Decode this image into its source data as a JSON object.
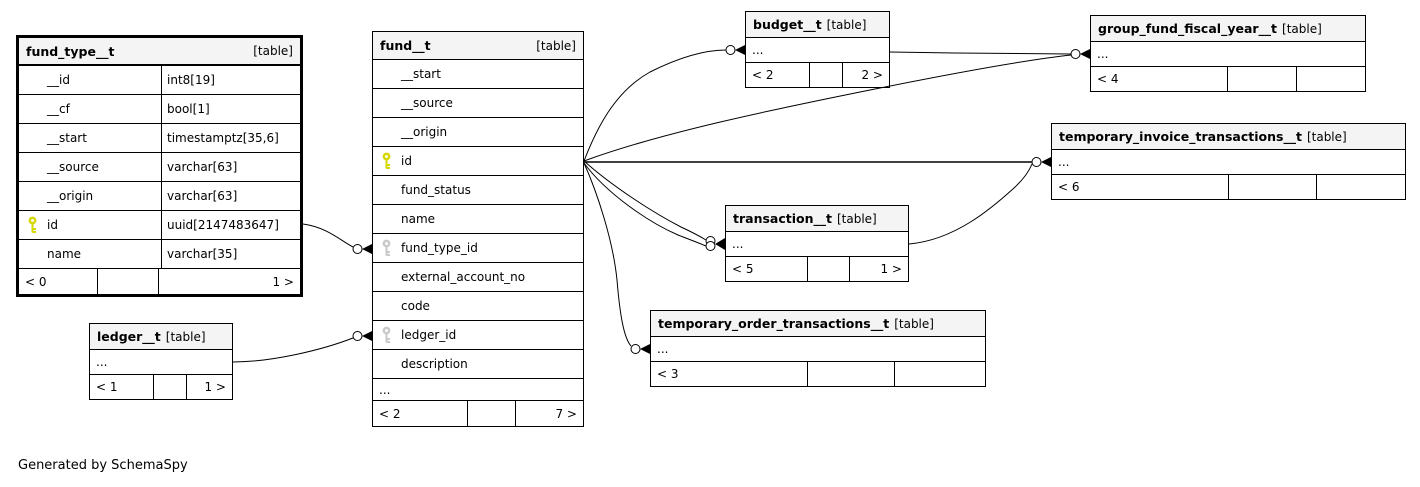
{
  "note": "Generated by SchemaSpy",
  "colors": {
    "background": "#ffffff",
    "table_border": "#000000",
    "header_bg": "#f4f4f4",
    "primary_key": "#d6d600",
    "foreign_key": "#c9c9c9",
    "connector": "#000000"
  },
  "icons": {
    "primary_key": "key-icon",
    "foreign_key": "key-icon"
  },
  "tables": {
    "fund_type_t": {
      "title": "fund_type__t",
      "tag": "[table]",
      "columns": [
        {
          "name": "__id",
          "type": "int8[19]",
          "key": ""
        },
        {
          "name": "__cf",
          "type": "bool[1]",
          "key": ""
        },
        {
          "name": "__start",
          "type": "timestamptz[35,6]",
          "key": ""
        },
        {
          "name": "__source",
          "type": "varchar[63]",
          "key": ""
        },
        {
          "name": "__origin",
          "type": "varchar[63]",
          "key": ""
        },
        {
          "name": "id",
          "type": "uuid[2147483647]",
          "key": "primary"
        },
        {
          "name": "name",
          "type": "varchar[35]",
          "key": ""
        }
      ],
      "footer": {
        "left": "< 0",
        "mid": "",
        "right": "1 >"
      }
    },
    "fund_t": {
      "title": "fund__t",
      "tag": "[table]",
      "columns": [
        {
          "name": "__start",
          "key": ""
        },
        {
          "name": "__source",
          "key": ""
        },
        {
          "name": "__origin",
          "key": ""
        },
        {
          "name": "id",
          "key": "primary"
        },
        {
          "name": "fund_status",
          "key": ""
        },
        {
          "name": "name",
          "key": ""
        },
        {
          "name": "fund_type_id",
          "key": "foreign"
        },
        {
          "name": "external_account_no",
          "key": ""
        },
        {
          "name": "code",
          "key": ""
        },
        {
          "name": "ledger_id",
          "key": "foreign"
        },
        {
          "name": "description",
          "key": ""
        }
      ],
      "ellipsis": "...",
      "footer": {
        "left": "< 2",
        "mid": "",
        "right": "7 >"
      }
    },
    "budget_t": {
      "title": "budget__t",
      "tag": "[table]",
      "ellipsis": "...",
      "footer": {
        "left": "< 2",
        "mid": "",
        "right": "2 >"
      }
    },
    "group_fund_fiscal_year_t": {
      "title": "group_fund_fiscal_year__t",
      "tag": "[table]",
      "ellipsis": "...",
      "footer": {
        "left": "< 4",
        "mid": "",
        "right": ""
      }
    },
    "temporary_invoice_transactions_t": {
      "title": "temporary_invoice_transactions__t",
      "tag": "[table]",
      "ellipsis": "...",
      "footer": {
        "left": "< 6",
        "mid": "",
        "right": ""
      }
    },
    "transaction_t": {
      "title": "transaction__t",
      "tag": "[table]",
      "ellipsis": "...",
      "footer": {
        "left": "< 5",
        "mid": "",
        "right": "1 >"
      }
    },
    "temporary_order_transactions_t": {
      "title": "temporary_order_transactions__t",
      "tag": "[table]",
      "ellipsis": "...",
      "footer": {
        "left": "< 3",
        "mid": "",
        "right": ""
      }
    },
    "ledger_t": {
      "title": "ledger__t",
      "tag": "[table]",
      "ellipsis": "...",
      "footer": {
        "left": "< 1",
        "mid": "",
        "right": "1 >"
      }
    }
  },
  "relationships": [
    {
      "from": "fund_type__t.id",
      "to": "fund__t.fund_type_id"
    },
    {
      "from": "ledger__t",
      "to": "fund__t.ledger_id"
    },
    {
      "from": "fund__t.id",
      "to": "budget__t"
    },
    {
      "from": "fund__t.id",
      "to": "group_fund_fiscal_year__t"
    },
    {
      "from": "budget__t",
      "to": "group_fund_fiscal_year__t"
    },
    {
      "from": "fund__t.id",
      "to": "temporary_invoice_transactions__t"
    },
    {
      "from": "transaction__t",
      "to": "temporary_invoice_transactions__t"
    },
    {
      "from": "fund__t.id",
      "to": "transaction__t"
    },
    {
      "from": "fund__t.id",
      "to": "transaction__t"
    },
    {
      "from": "fund__t.id",
      "to": "temporary_order_transactions__t"
    }
  ]
}
